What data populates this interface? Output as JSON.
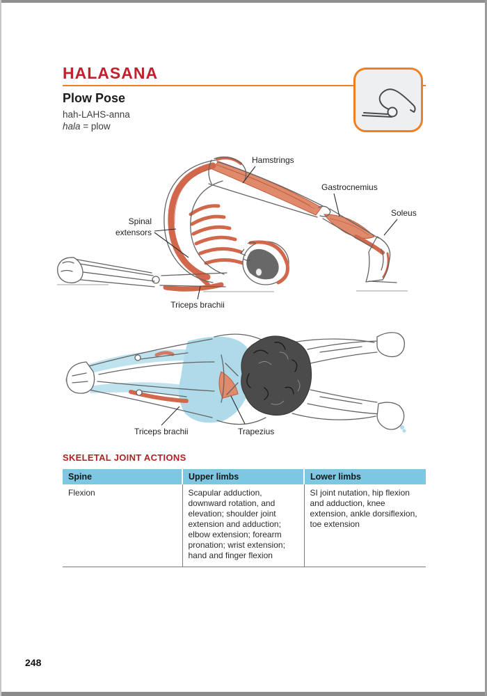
{
  "page": {
    "number": "248"
  },
  "header": {
    "title": "HALASANA",
    "pose_name": "Plow Pose",
    "pronunciation": "hah-LAHS-anna",
    "etymology": {
      "term": "hala",
      "meaning": " = plow"
    },
    "accent_red": "#c0212c",
    "rule_orange": "#ee8023",
    "icon": "plow-pose-icon"
  },
  "figure_side": {
    "description": "side-view anatomical drawing of plow pose with highlighted muscles",
    "muscle_color": "#e08a6c",
    "labels": {
      "hamstrings": "Hamstrings",
      "gastrocnemius": "Gastrocnemius",
      "soleus": "Soleus",
      "spinal_extensors_line1": "Spinal",
      "spinal_extensors_line2": "extensors",
      "triceps": "Triceps brachii"
    }
  },
  "figure_top": {
    "description": "top-view anatomical drawing of plow pose with blue stretch shading",
    "highlight_blue": "#a6d7e8",
    "labels": {
      "triceps": "Triceps brachii",
      "trapezius": "Trapezius"
    }
  },
  "joint_actions": {
    "heading": "SKELETAL JOINT ACTIONS",
    "header_bg": "#7cc7e2",
    "columns": [
      "Spine",
      "Upper limbs",
      "Lower limbs"
    ],
    "row": {
      "spine": "Flexion",
      "upper_limbs": "Scapular adduction, downward rotation, and elevation; shoulder joint extension and adduction; elbow extension; forearm pronation; wrist extension; hand and finger flexion",
      "lower_limbs": "SI joint nutation, hip flexion and adduction, knee extension, ankle dorsiflexion, toe extension"
    }
  }
}
